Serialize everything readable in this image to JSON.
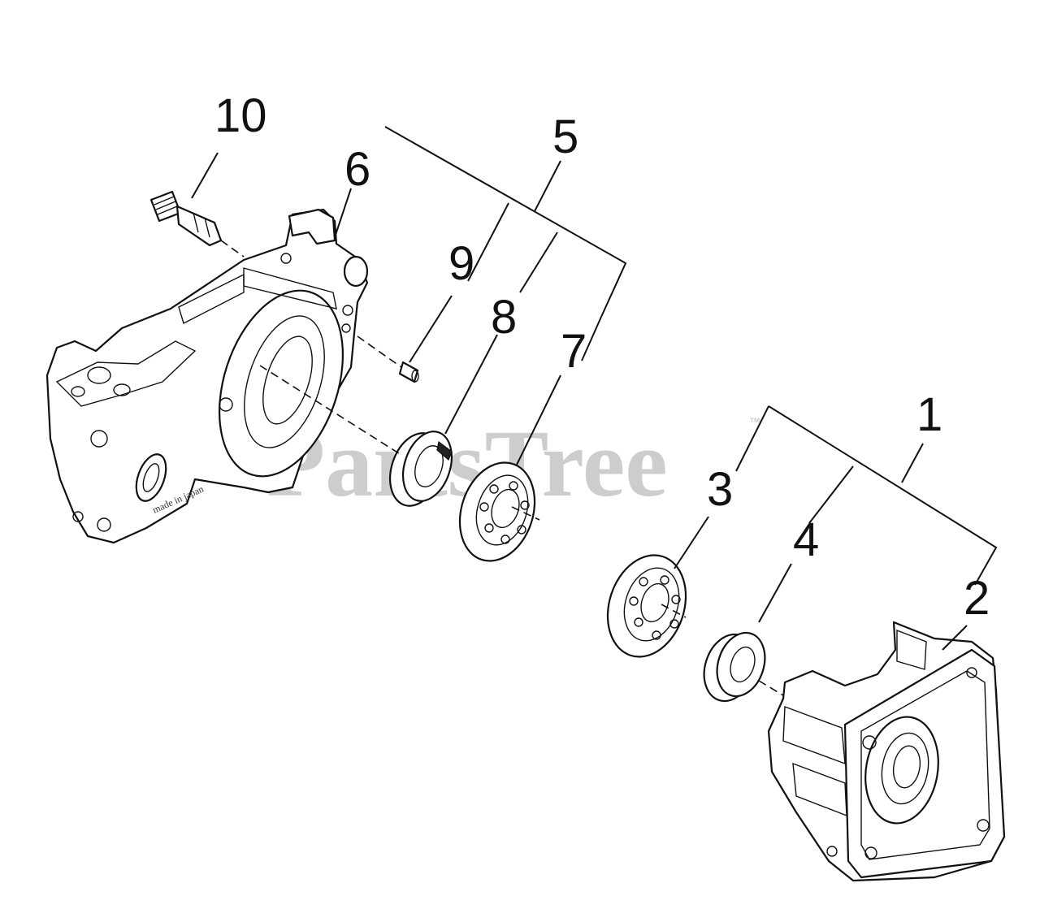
{
  "callouts": [
    {
      "id": "10",
      "label": "10"
    },
    {
      "id": "6",
      "label": "6"
    },
    {
      "id": "5",
      "label": "5"
    },
    {
      "id": "9",
      "label": "9"
    },
    {
      "id": "8",
      "label": "8"
    },
    {
      "id": "7",
      "label": "7"
    },
    {
      "id": "1",
      "label": "1"
    },
    {
      "id": "3",
      "label": "3"
    },
    {
      "id": "4",
      "label": "4"
    },
    {
      "id": "2",
      "label": "2"
    }
  ],
  "watermark": {
    "text": "PartsTree",
    "trademark": "™",
    "color": "#bdbdbd"
  },
  "ink_color": "#111111"
}
